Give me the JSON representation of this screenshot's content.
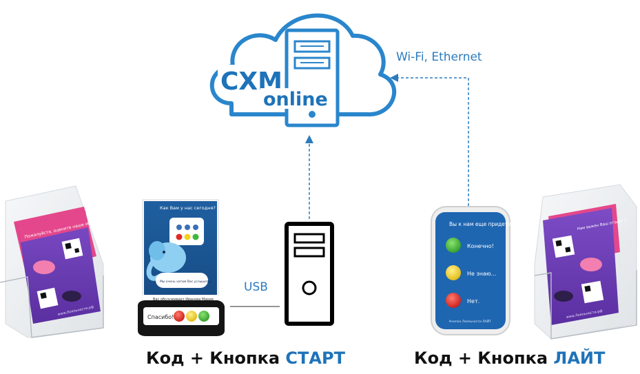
{
  "cloud": {
    "logo_top": "CXM",
    "logo_bottom": "online"
  },
  "connections": {
    "wireless_label": "Wi-Fi, Ethernet",
    "usb_label": "USB"
  },
  "left_device": {
    "screen_title": "Как Вам у нас сегодня?",
    "bubble_text": "Мы очень хотим Вас услышать!",
    "staff_text": "Вас обслуживает Иванова Мария",
    "thanks_text": "Спасибо!"
  },
  "right_device": {
    "question": "Вы к нам еще придете?",
    "options": [
      "Конечно!",
      "Не знаю...",
      "Нет."
    ],
    "footer": "Кнопка Лояльности ЛАЙТ"
  },
  "left_stand": {
    "leaflet_text": "Пожалуйста, оцените наше обслуживание :)",
    "footer": "www.Лояльности.рф"
  },
  "right_stand": {
    "leaflet_text": "Нам важен Ваш отзыв! :)",
    "footer": "www.Лояльности.рф"
  },
  "captions": {
    "left_prefix": "Код + Кнопка",
    "left_accent": "СТАРТ",
    "right_prefix": "Код + Кнопка",
    "right_accent": "ЛАЙТ"
  },
  "colors": {
    "brand_blue": "#1e73b9",
    "cloud_stroke": "#2a86cc",
    "line_blue": "#2b7bbd",
    "purple": "#6a3fb4",
    "pink": "#e4478b",
    "smile_green": "#3fb83a",
    "smile_yellow": "#f2d21c",
    "smile_red": "#e02a26"
  }
}
